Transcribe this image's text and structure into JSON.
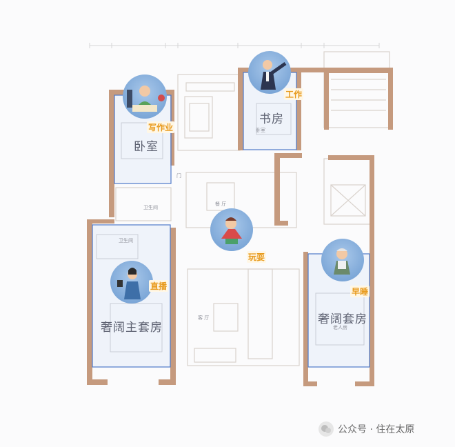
{
  "rooms": {
    "bedroom": "卧室",
    "study": "书房",
    "master": "奢阔主套房",
    "suite": "奢阔套房"
  },
  "small_labels": {
    "bathroom_upper": "卫生间",
    "bathroom_master": "卫生间",
    "dining": "餐 厅",
    "living": "客 厅",
    "study_sub": "卧室",
    "suite_sub": "老人房",
    "door": "门"
  },
  "tags": {
    "homework": "写作业",
    "work": "工作",
    "play": "玩耍",
    "livestream": "直播",
    "sleep": "早睡"
  },
  "watermark": {
    "text": "公众号 · 住在太原"
  },
  "colors": {
    "wall": "#c59a7e",
    "room_highlight": "#4d78c9",
    "tag_text": "#e89a1c",
    "bubble": "#7ea8d8"
  }
}
